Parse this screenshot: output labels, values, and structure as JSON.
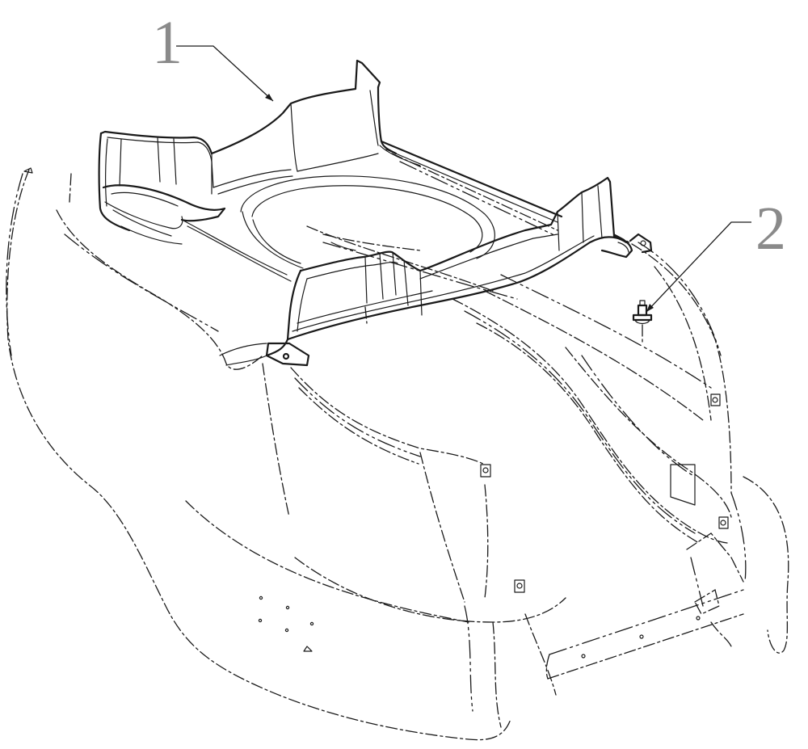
{
  "drawing": {
    "callouts": [
      {
        "id": "1",
        "text": "1"
      },
      {
        "id": "2",
        "text": "2"
      }
    ],
    "line_color": "#1a1a1a",
    "label_color": "#8a8a8a",
    "background": "#ffffff"
  }
}
